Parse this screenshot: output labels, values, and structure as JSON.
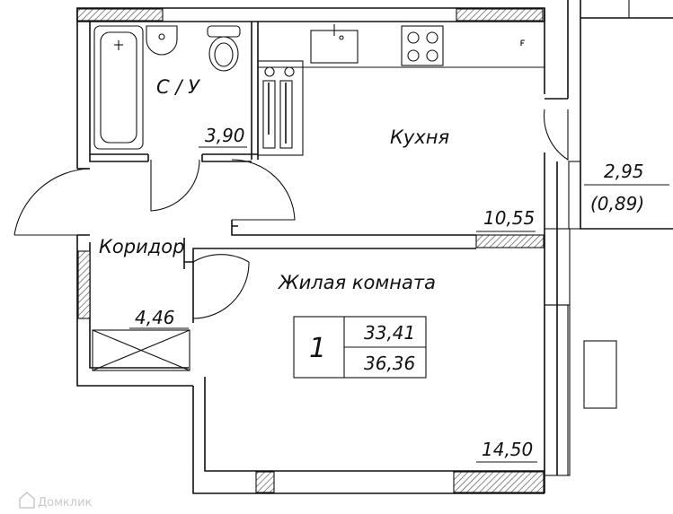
{
  "rooms": {
    "bathroom": {
      "name": "С / У",
      "area": "3,90"
    },
    "kitchen": {
      "name": "Кухня",
      "area": "10,55"
    },
    "balcony": {
      "area": "2,95",
      "area_reduced": "(0,89)"
    },
    "corridor": {
      "name": "Коридор",
      "area": "4,46"
    },
    "living": {
      "name": "Жилая комната",
      "area": "14,50"
    }
  },
  "summary": {
    "rooms_count": "1",
    "living_total": "33,41",
    "total_area": "36,36"
  },
  "watermark": "Домклик",
  "colors": {
    "line": "#111111",
    "background": "#ffffff",
    "watermark": "#c9c9c9"
  }
}
